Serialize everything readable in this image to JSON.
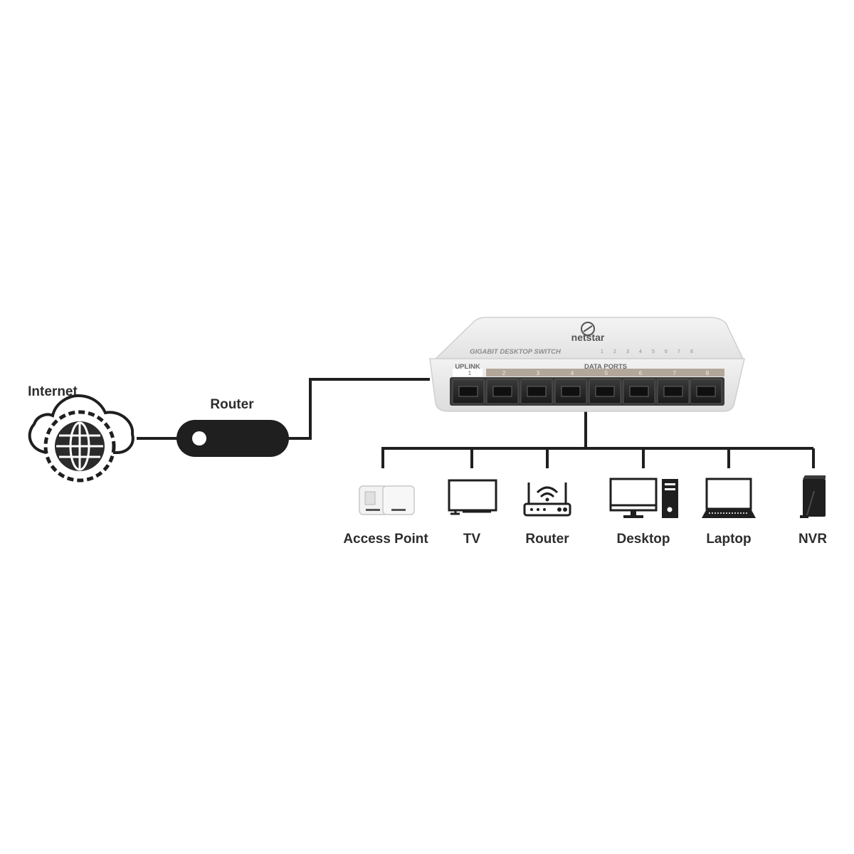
{
  "internet": {
    "label": "Internet"
  },
  "router_main": {
    "label": "Router"
  },
  "switch": {
    "brand": "netstar",
    "model": "GIGABIT DESKTOP SWITCH",
    "led_numbers": [
      "1",
      "2",
      "3",
      "4",
      "5",
      "6",
      "7",
      "8"
    ],
    "uplink_label": "UPLINK",
    "data_ports_label": "DATA PORTS",
    "port_numbers": [
      "1",
      "2",
      "3",
      "4",
      "5",
      "6",
      "7",
      "8"
    ]
  },
  "devices": [
    {
      "label": "Access Point",
      "icon": "access-point-icon"
    },
    {
      "label": "TV",
      "icon": "tv-icon"
    },
    {
      "label": "Router",
      "icon": "router-icon"
    },
    {
      "label": "Desktop",
      "icon": "desktop-icon"
    },
    {
      "label": "Laptop",
      "icon": "laptop-icon"
    },
    {
      "label": "NVR",
      "icon": "nvr-icon"
    }
  ],
  "colors": {
    "line": "#1f1f1f",
    "label": "#2d2d2d",
    "port_strip": "#b3a79a"
  }
}
